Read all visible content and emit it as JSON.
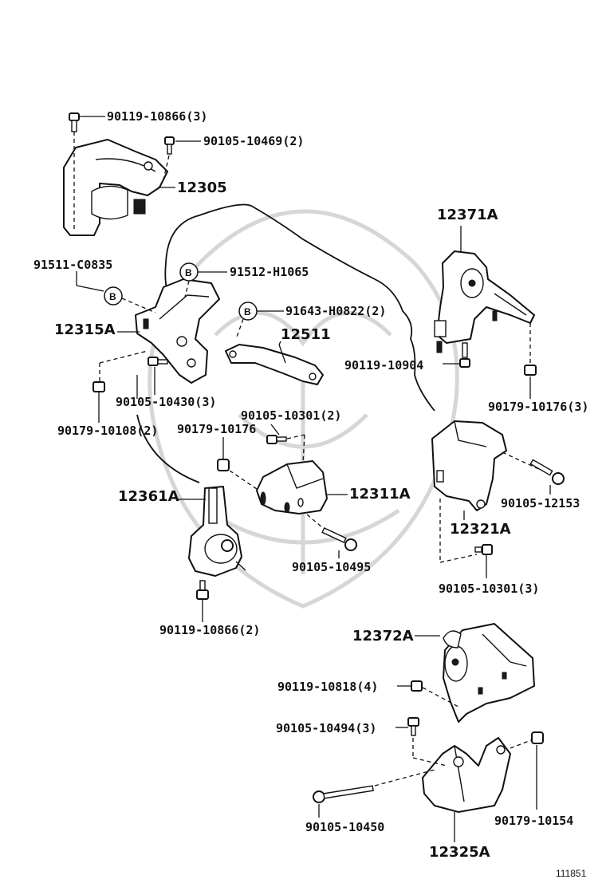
{
  "figure_number": "111851",
  "ref_marker": "B",
  "labels": {
    "p_90119_10866_3": "90119-10866(3)",
    "p_90105_10469_2": "90105-10469(2)",
    "p_12305": "12305",
    "p_12371A": "12371A",
    "p_91511_C0835": "91511-C0835",
    "p_91512_H1065": "91512-H1065",
    "p_91643_H0822_2": "91643-H0822(2)",
    "p_12315A": "12315A",
    "p_12511": "12511",
    "p_90119_10904": "90119-10904",
    "p_90179_10176_3": "90179-10176(3)",
    "p_90105_10430_3": "90105-10430(3)",
    "p_90179_10108_2": "90179-10108(2)",
    "p_90105_10301_2": "90105-10301(2)",
    "p_90179_10176": "90179-10176",
    "p_12361A": "12361A",
    "p_12311A": "12311A",
    "p_90105_12153": "90105-12153",
    "p_12321A": "12321A",
    "p_90105_10495": "90105-10495",
    "p_90105_10301_3": "90105-10301(3)",
    "p_90119_10866_2": "90119-10866(2)",
    "p_12372A": "12372A",
    "p_90119_10818_4": "90119-10818(4)",
    "p_90105_10494_3": "90105-10494(3)",
    "p_90105_10450": "90105-10450",
    "p_90179_10154": "90179-10154",
    "p_12325A": "12325A"
  }
}
